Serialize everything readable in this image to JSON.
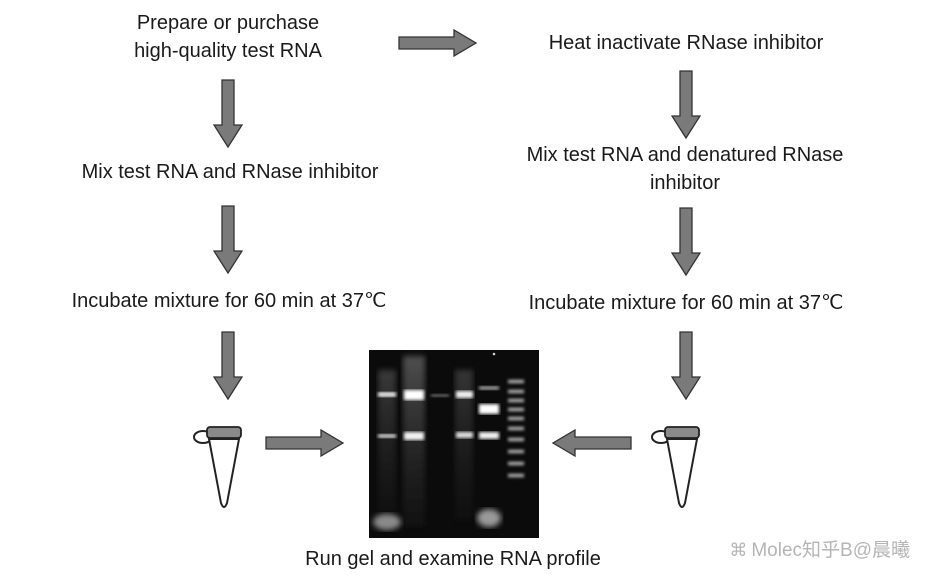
{
  "left_column": {
    "step1": [
      "Prepare or purchase",
      "high-quality test RNA"
    ],
    "step2": "Mix test RNA and RNase inhibitor",
    "step3": "Incubate mixture for 60 min at 37℃"
  },
  "right_column": {
    "step1": "Heat inactivate RNase inhibitor",
    "step2": [
      "Mix test RNA and denatured RNase",
      "inhibitor"
    ],
    "step3": "Incubate mixture for 60 min at 37℃"
  },
  "gel_caption": "Run gel and examine RNA profile",
  "watermark": "Molec知乎B@晨曦",
  "colors": {
    "arrow_fill": "#7a7a7a",
    "arrow_stroke": "#333333",
    "gel_bg": "#0b0b0b"
  }
}
